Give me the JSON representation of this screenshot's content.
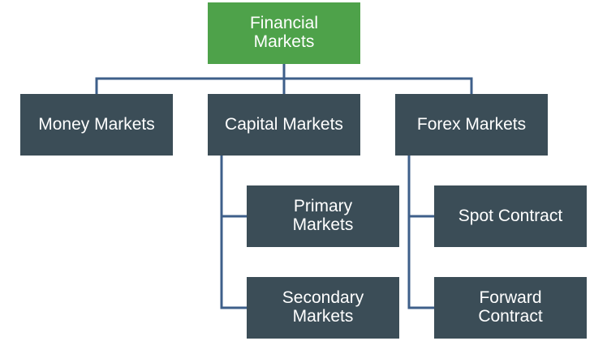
{
  "colors": {
    "root_fill": "#4ea24a",
    "node_fill": "#3b4d57",
    "line": "#3e5f8a",
    "text": "#ffffff"
  },
  "root": {
    "label": "Financial\nMarkets"
  },
  "level1": [
    {
      "id": "money",
      "label": "Money Markets"
    },
    {
      "id": "capital",
      "label": "Capital Markets"
    },
    {
      "id": "forex",
      "label": "Forex Markets"
    }
  ],
  "capital_children": [
    {
      "label": "Primary\nMarkets"
    },
    {
      "label": "Secondary\nMarkets"
    }
  ],
  "forex_children": [
    {
      "label": "Spot Contract"
    },
    {
      "label": "Forward\nContract"
    }
  ]
}
